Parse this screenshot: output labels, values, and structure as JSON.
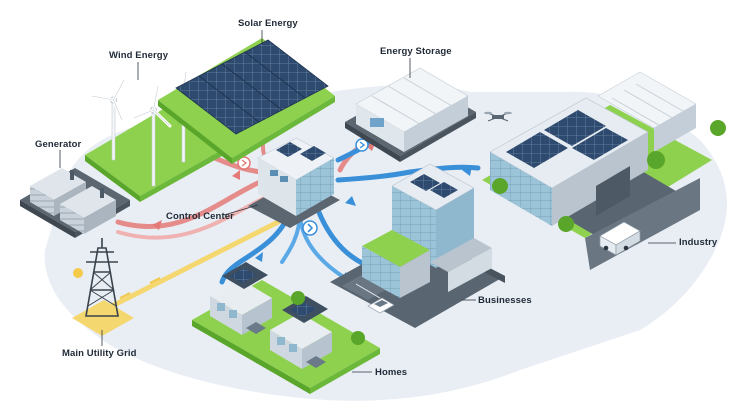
{
  "labels": {
    "solar": "Solar Energy",
    "wind": "Wind Energy",
    "storage": "Energy Storage",
    "generator": "Generator",
    "control": "Control Center",
    "industry": "Industry",
    "grid": "Main Utility Grid",
    "businesses": "Businesses",
    "homes": "Homes"
  },
  "colors": {
    "ground": "#e9eef5",
    "grass": "#8ed14e",
    "grass_dark": "#5aa62b",
    "red_flow": "#e47a78",
    "blue_flow": "#3a90d8",
    "yellow_flow": "#f5d770",
    "panel": "#2e4a6e",
    "building_blue": "#8fb8cf",
    "building_gray": "#b9c4cf",
    "roof_dark": "#3d4f60",
    "text": "#1f2a36"
  }
}
